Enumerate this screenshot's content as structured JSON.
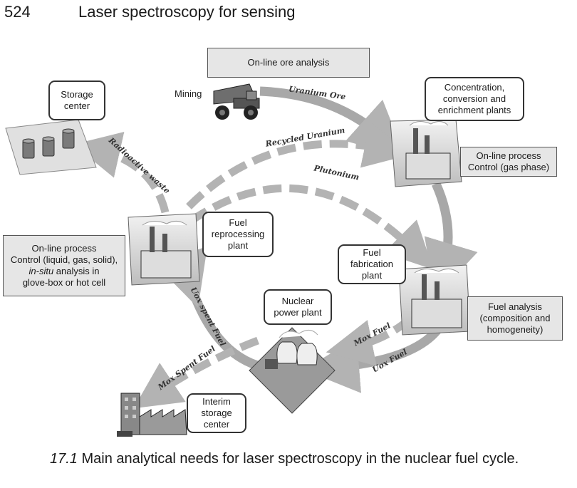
{
  "header": {
    "page_number": "524",
    "running_title": "Laser spectroscopy for sensing"
  },
  "labels": {
    "ore_analysis": "On-line ore analysis",
    "mining": "Mining",
    "storage_center": [
      "Storage",
      "center"
    ],
    "concentration": [
      "Concentration,",
      "conversion and",
      "enrichment plants"
    ],
    "process_gas": [
      "On-line process",
      "Control (gas phase)"
    ],
    "fuel_reprocessing": [
      "Fuel",
      "reprocessing",
      "plant"
    ],
    "process_liquid": [
      "On-line process",
      "Control (liquid, gas, solid),",
      "in-situ",
      " analysis in",
      "glove-box or hot cell"
    ],
    "fuel_fabrication": [
      "Fuel",
      "fabrication",
      "plant"
    ],
    "fuel_analysis": [
      "Fuel analysis",
      "(composition and",
      "homogeneity)"
    ],
    "nuclear_plant": [
      "Nuclear",
      "power plant"
    ],
    "interim_storage": [
      "Interim",
      "storage",
      "center"
    ]
  },
  "arrows": {
    "uranium_ore": "Uranium Ore",
    "recycled_uranium": "Recycled Uranium",
    "plutonium": "Plutonium",
    "radioactive_waste": "Radioactive waste",
    "uox_spent_fuel": "Uox spent Fuel",
    "mox_fuel": "Mox Fuel",
    "uox_fuel": "Uox Fuel",
    "mox_spent_fuel": "Mox Spent Fuel"
  },
  "caption": {
    "number": "17.1",
    "text": "Main analytical needs for laser spectroscopy in the nuclear fuel cycle."
  }
}
